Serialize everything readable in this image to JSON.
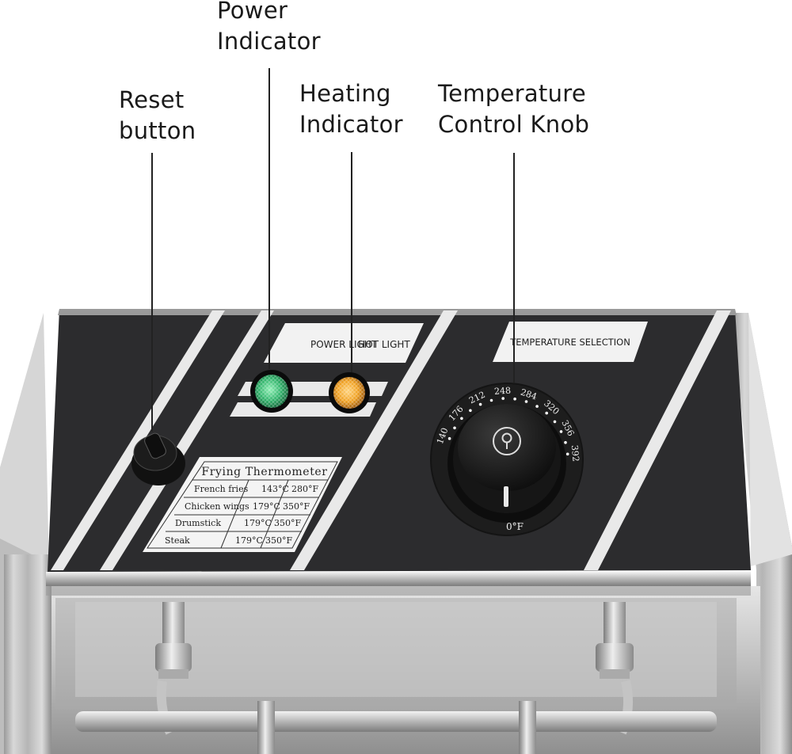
{
  "callouts": {
    "reset": {
      "line1": "Reset",
      "line2": "button"
    },
    "power": {
      "line1": "Power",
      "line2": "Indicator"
    },
    "heating": {
      "line1": "Heating",
      "line2": "Indicator"
    },
    "temperature": {
      "line1": "Temperature",
      "line2": "Control Knob"
    }
  },
  "panel": {
    "power_light_label": "POWER LIGHT",
    "hot_light_label": "HOT LIGHT",
    "temperature_selection_label": "TEMPERATURE SELECTION"
  },
  "thermometer_table": {
    "title": "Frying Thermometer",
    "rows": [
      {
        "food": "French fries",
        "celsius": "143°C",
        "fahrenheit": "280°F"
      },
      {
        "food": "Chicken wings",
        "celsius": "179°C",
        "fahrenheit": "350°F"
      },
      {
        "food": "Drumstick",
        "celsius": "179°C",
        "fahrenheit": "350°F"
      },
      {
        "food": "Steak",
        "celsius": "179°C",
        "fahrenheit": "350°F"
      }
    ]
  },
  "knob_dial": {
    "scale": [
      "140",
      "176",
      "212",
      "248",
      "284",
      "320",
      "356",
      "392"
    ],
    "zero_label": "0°F"
  },
  "colors": {
    "panel": "#2c2c2e",
    "stripe": "#e9e9e9",
    "power_led": "#2fb36a",
    "hot_led": "#f0a020",
    "steel": "#c9c9c9"
  }
}
